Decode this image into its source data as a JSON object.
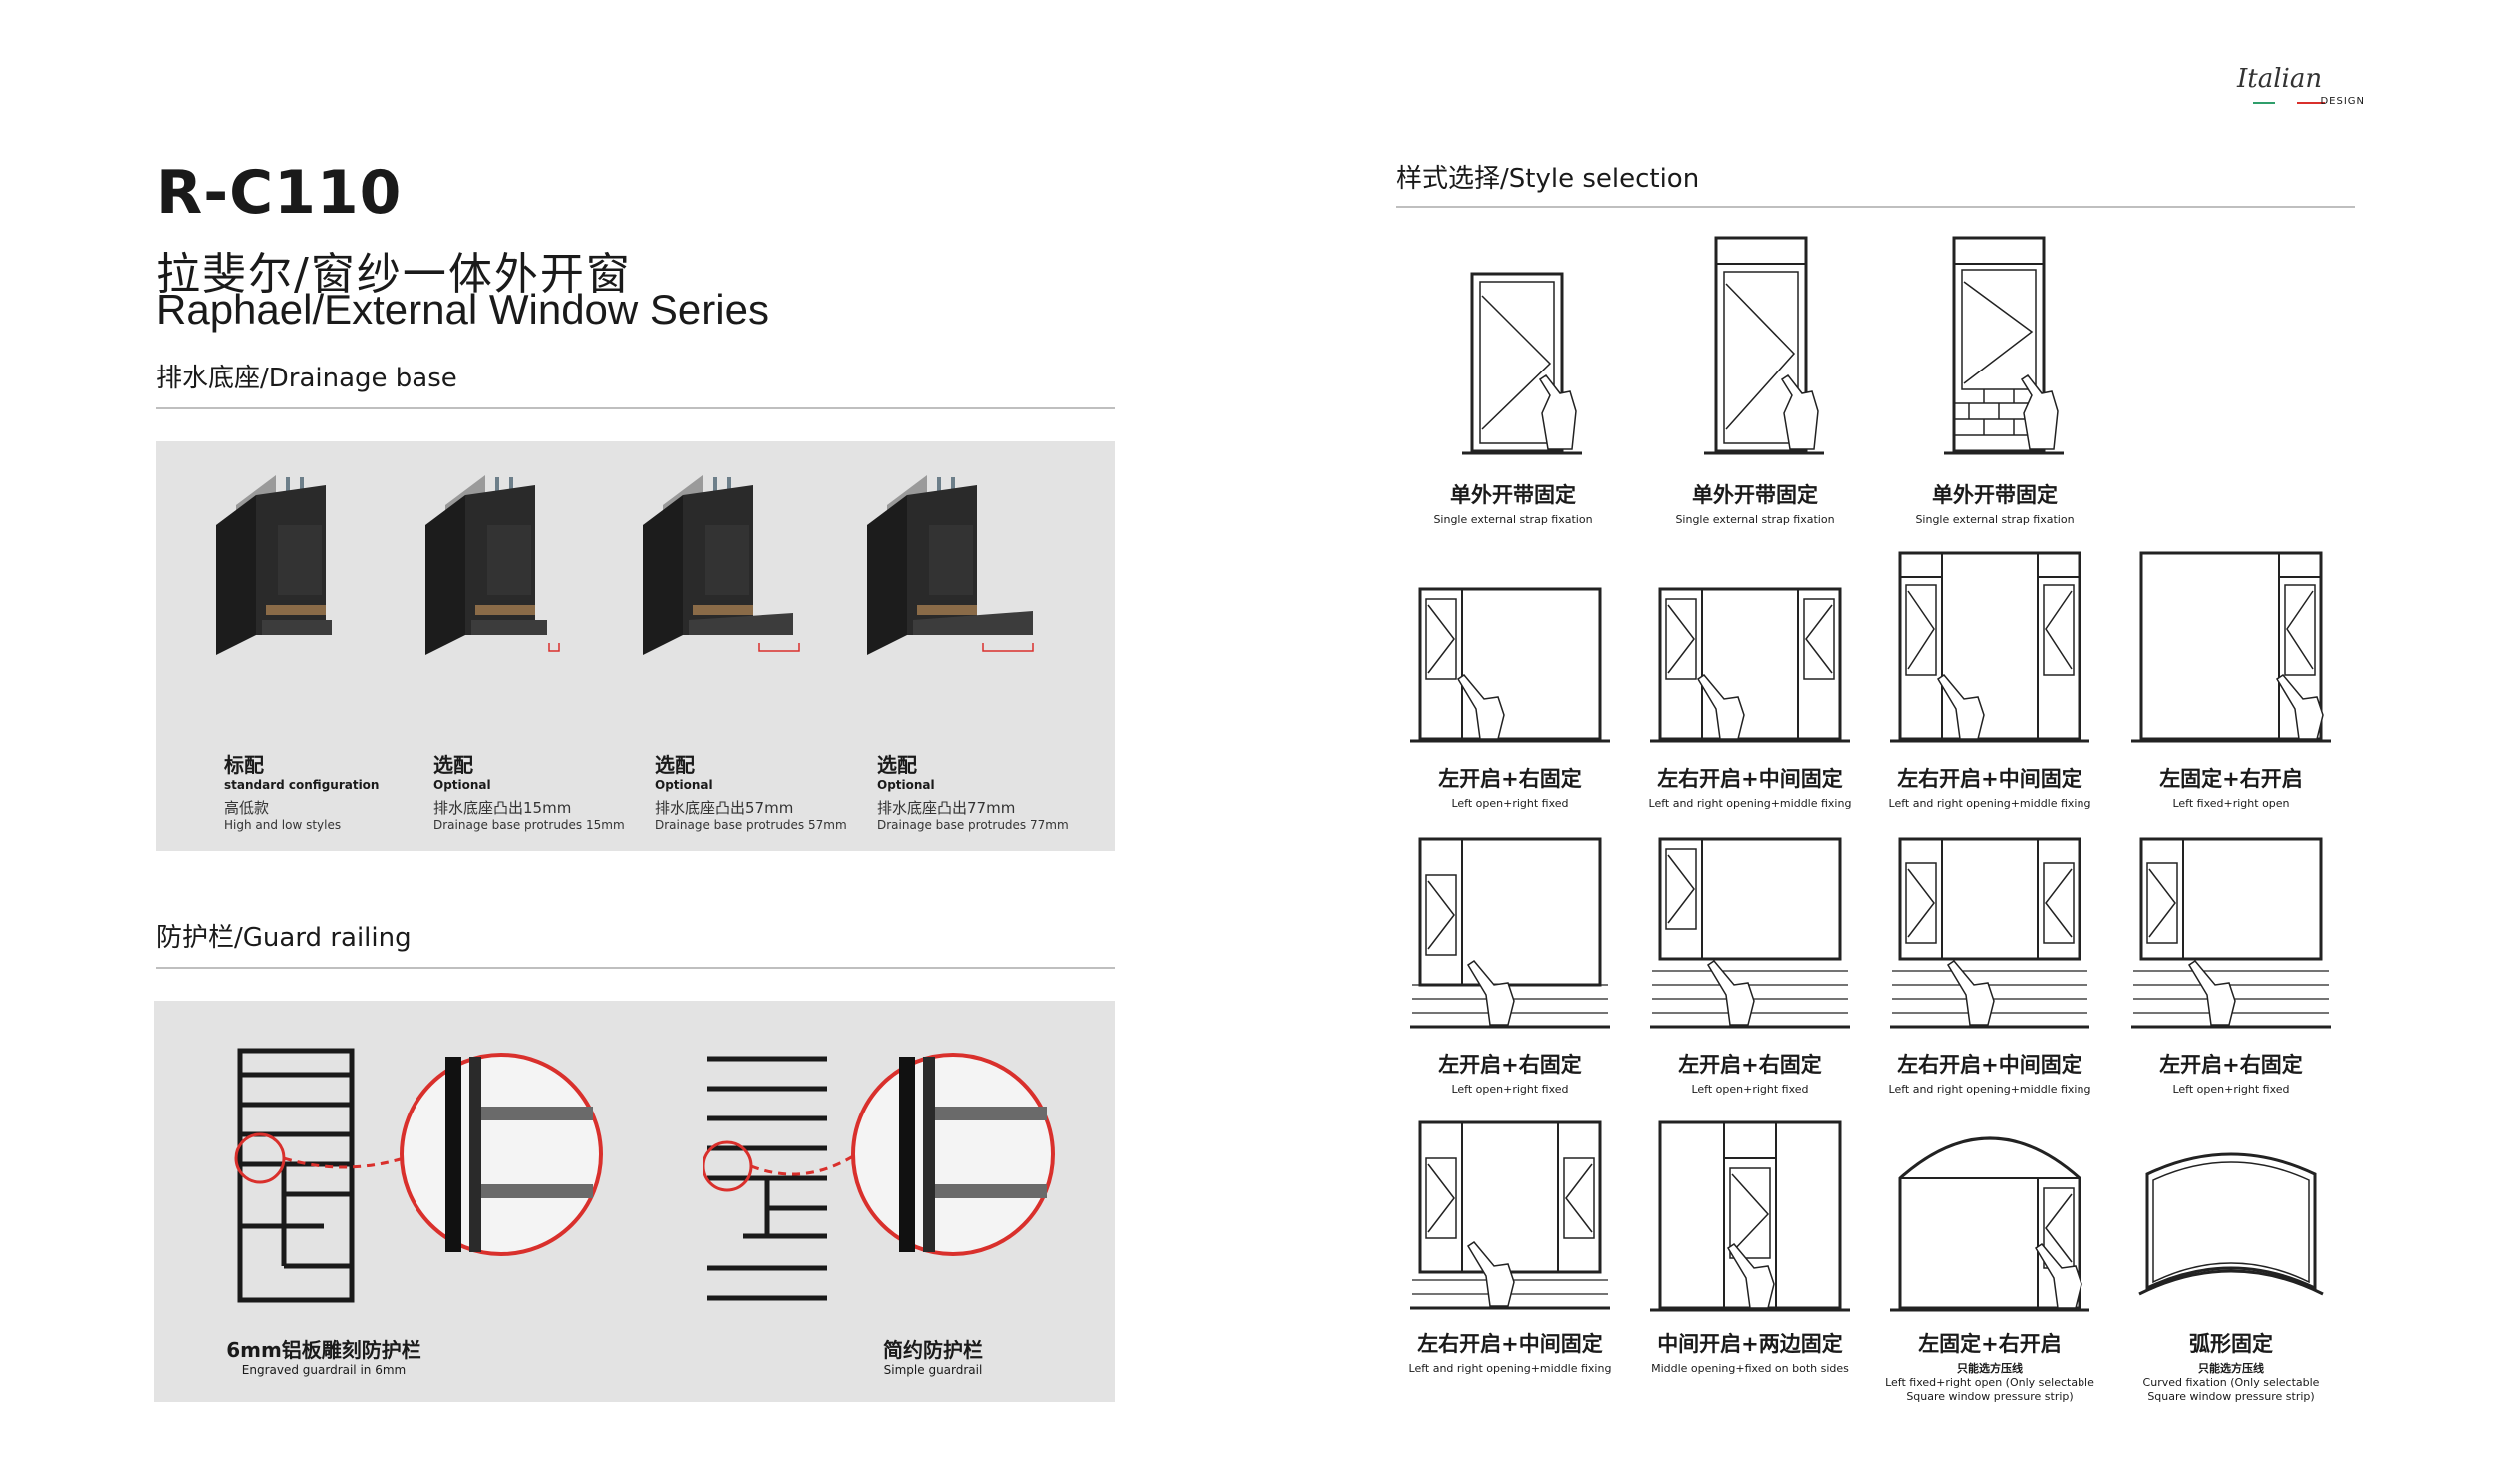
{
  "header": {
    "model": "R-C110",
    "title_cn": "拉斐尔/窗纱一体外开窗",
    "title_en": "Raphael/External Window Series"
  },
  "logo": {
    "script": "Italian",
    "sub": "DESIGN",
    "colors": [
      "#2f9e6b",
      "#d9302c"
    ]
  },
  "drainage": {
    "title": "排水底座/Drainage base",
    "items": [
      {
        "cn": "标配",
        "en": "standard configuration",
        "sub_cn": "高低款",
        "sub_en": "High and low styles"
      },
      {
        "cn": "选配",
        "en": "Optional",
        "sub_cn": "排水底座凸出15mm",
        "sub_en": "Drainage base protrudes 15mm"
      },
      {
        "cn": "选配",
        "en": "Optional",
        "sub_cn": "排水底座凸出57mm",
        "sub_en": "Drainage base protrudes 57mm"
      },
      {
        "cn": "选配",
        "en": "Optional",
        "sub_cn": "排水底座凸出77mm",
        "sub_en": "Drainage base protrudes 77mm"
      }
    ]
  },
  "guard": {
    "title": "防护栏/Guard railing",
    "items": [
      {
        "cn": "6mm铝板雕刻防护栏",
        "en": "Engraved guardrail in 6mm"
      },
      {
        "cn": "简约防护栏",
        "en": "Simple guardrail"
      }
    ]
  },
  "styles": {
    "title": "样式选择/Style selection",
    "items": [
      {
        "cn": "单外开带固定",
        "en": "Single external strap fixation"
      },
      {
        "cn": "单外开带固定",
        "en": "Single external strap fixation"
      },
      {
        "cn": "单外开带固定",
        "en": "Single external strap fixation"
      },
      {
        "cn": "左开启+右固定",
        "en": "Left open+right fixed"
      },
      {
        "cn": "左右开启+中间固定",
        "en": "Left and right opening+middle fixing"
      },
      {
        "cn": "左右开启+中间固定",
        "en": "Left and right opening+middle fixing"
      },
      {
        "cn": "左固定+右开启",
        "en": "Left fixed+right open"
      },
      {
        "cn": "左开启+右固定",
        "en": "Left open+right fixed"
      },
      {
        "cn": "左开启+右固定",
        "en": "Left open+right fixed"
      },
      {
        "cn": "左右开启+中间固定",
        "en": "Left and right opening+middle fixing"
      },
      {
        "cn": "左开启+右固定",
        "en": "Left open+right fixed"
      },
      {
        "cn": "左右开启+中间固定",
        "en": "Left and right opening+middle fixing"
      },
      {
        "cn": "中间开启+两边固定",
        "en": "Middle opening+fixed on both sides"
      },
      {
        "cn": "左固定+右开启",
        "en": "",
        "note_cn": "只能选方压线",
        "note_en_1": "Left fixed+right open (Only selectable",
        "note_en_2": "Square window pressure strip)"
      },
      {
        "cn": "弧形固定",
        "en": "",
        "note_cn": "只能选方压线",
        "note_en_1": "Curved fixation (Only selectable",
        "note_en_2": "Square window pressure strip)"
      }
    ]
  }
}
